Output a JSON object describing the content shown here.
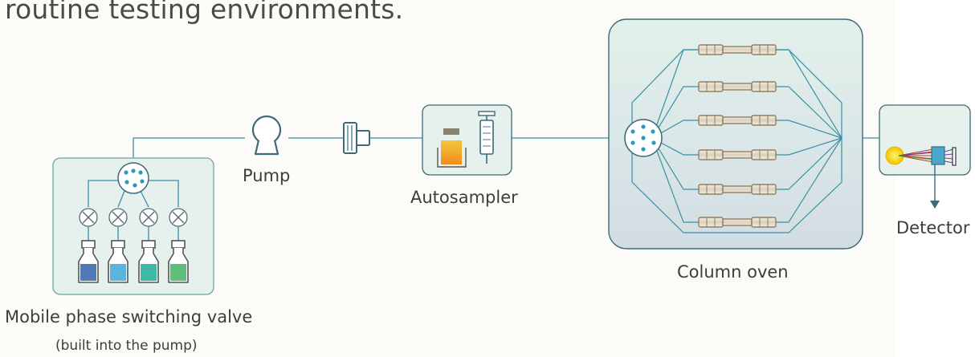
{
  "heading": "routine testing environments.",
  "labels": {
    "pump": "Pump",
    "autosampler": "Autosampler",
    "column_oven": "Column oven",
    "detector": "Detector",
    "valve": "Mobile phase switching valve",
    "valve_note": "(built into the pump)"
  },
  "colors": {
    "line": "#3b8fa3",
    "panel_fill": "#e6f1ee",
    "panel_border": "#3c6a78",
    "bottle_blue": "#4f79b5",
    "bottle_sky": "#5bb3df",
    "bottle_teal": "#3fb8a6",
    "bottle_green": "#5fbf7a",
    "column_metal": "#8f7f62"
  },
  "bottles": [
    {
      "color": "#4f79b5"
    },
    {
      "color": "#5bb3df"
    },
    {
      "color": "#3fb8a6"
    },
    {
      "color": "#5fbf7a"
    }
  ]
}
